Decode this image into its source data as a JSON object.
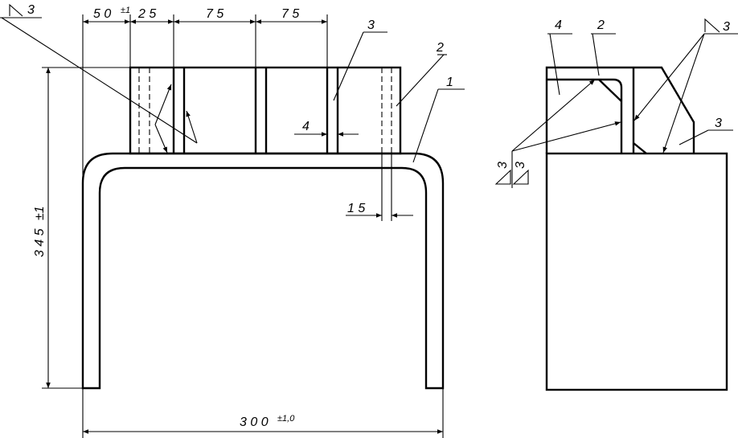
{
  "drawing": {
    "front_view": {
      "dims": {
        "d50": "5 0",
        "tol1": "±1",
        "d25": "2 5",
        "d75a": "7 5",
        "d75b": "7 5",
        "height": "3 4 5",
        "height_tol": "±1",
        "width": "3 0 0",
        "width_tol": "±1,0",
        "gap4": "4",
        "gap15": "1 5"
      },
      "weld_size": "3",
      "part_labels": {
        "p3": "3",
        "p2": "2",
        "p1": "1"
      }
    },
    "side_view": {
      "part_labels": {
        "p4": "4",
        "p2": "2",
        "p3": "3"
      },
      "weld_size_top": "3",
      "weld_size_left_a": "3",
      "weld_size_left_b": "3"
    }
  }
}
